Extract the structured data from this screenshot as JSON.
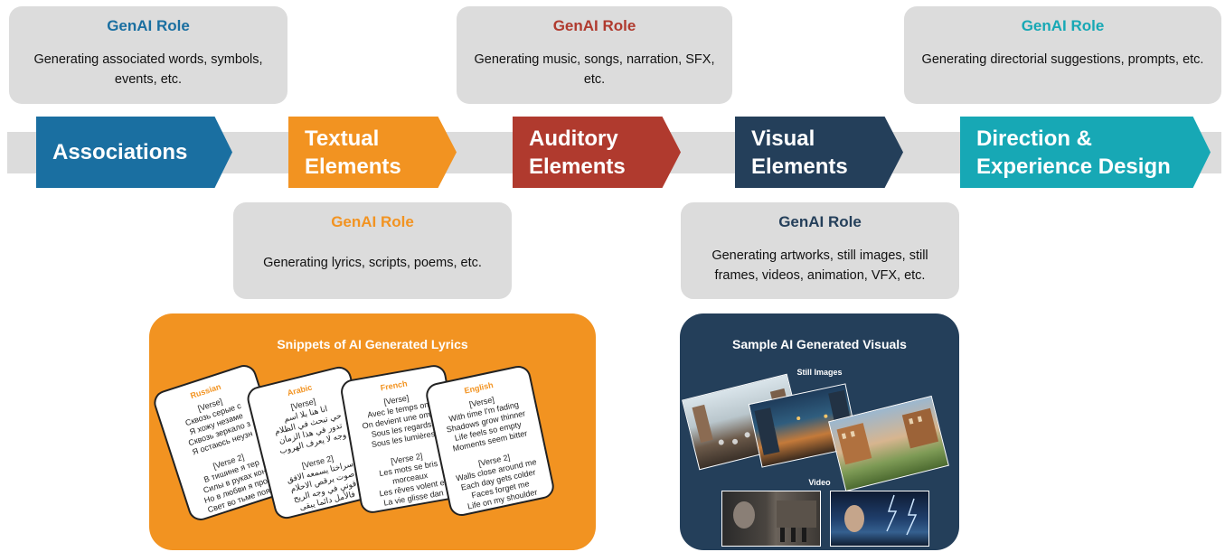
{
  "role_boxes": {
    "associations": {
      "title": "GenAI Role",
      "desc": "Generating associated words, symbols, events, etc.",
      "color": "#1a6fa1"
    },
    "textual": {
      "title": "GenAI Role",
      "desc": "Generating lyrics, scripts, poems, etc.",
      "color": "#f29321"
    },
    "auditory": {
      "title": "GenAI Role",
      "desc": "Generating music, songs, narration, SFX, etc.",
      "color": "#b03a2e"
    },
    "visual": {
      "title": "GenAI Role",
      "desc": "Generating artworks, still images, still frames, videos, animation, VFX, etc.",
      "color": "#243f5a"
    },
    "direction": {
      "title": "GenAI Role",
      "desc": "Generating directorial suggestions, prompts, etc.",
      "color": "#17a8b5"
    }
  },
  "stages": [
    {
      "label": "Associations",
      "color": "#1a6fa1"
    },
    {
      "label": "Textual\nElements",
      "color": "#f29321"
    },
    {
      "label": "Auditory\nElements",
      "color": "#b03a2e"
    },
    {
      "label": "Visual\nElements",
      "color": "#243f5a"
    },
    {
      "label": "Direction &\nExperience Design",
      "color": "#17a8b5"
    }
  ],
  "lyrics_panel": {
    "title": "Snippets of AI Generated Lyrics",
    "color": "#f29321",
    "cards": [
      {
        "lang": "Russian",
        "text": "[Verse]\nСквозь серые с\nЯ хожу незаме\nСквозь зеркало з\nЯ остаюсь неузн\n\n[Verse 2]\nВ тишине я тер\nСилы в руках кон\nНо в любви я прос\nСвет во тьме появ"
      },
      {
        "lang": "Arabic",
        "text": "[Verse]\nانا هنا بلا اسم\nحي تبحث في الظلام\nتدور في هذا الزمان\nوجه لا يعرف الهروب\n\n[Verse 2]\nسراختا يسمعه الافق\nصوت يرقص الاحلام\nقوتي في وجه الريح\nفالأمل دائما يبقى"
      },
      {
        "lang": "French",
        "text": "[Verse]\nAvec le temps on\nOn devient une ombr\nSous les regards\nSous les lumières\n\n[Verse 2]\nLes mots se bris\nmorceaux\nLes rêves volent e\nLa vie glisse dan\nSans un bruit sans"
      },
      {
        "lang": "English",
        "text": "[Verse]\nWith time I'm fading\nShadows grow thinner\nLife feels so empty\nMoments seem bitter\n\n[Verse 2]\nWalls close around me\nEach day gets colder\nFaces forget me\nLife on my shoulder"
      }
    ]
  },
  "visuals_panel": {
    "title": "Sample AI Generated Visuals",
    "color": "#243f5a",
    "still_label": "Still Images",
    "video_label": "Video"
  }
}
